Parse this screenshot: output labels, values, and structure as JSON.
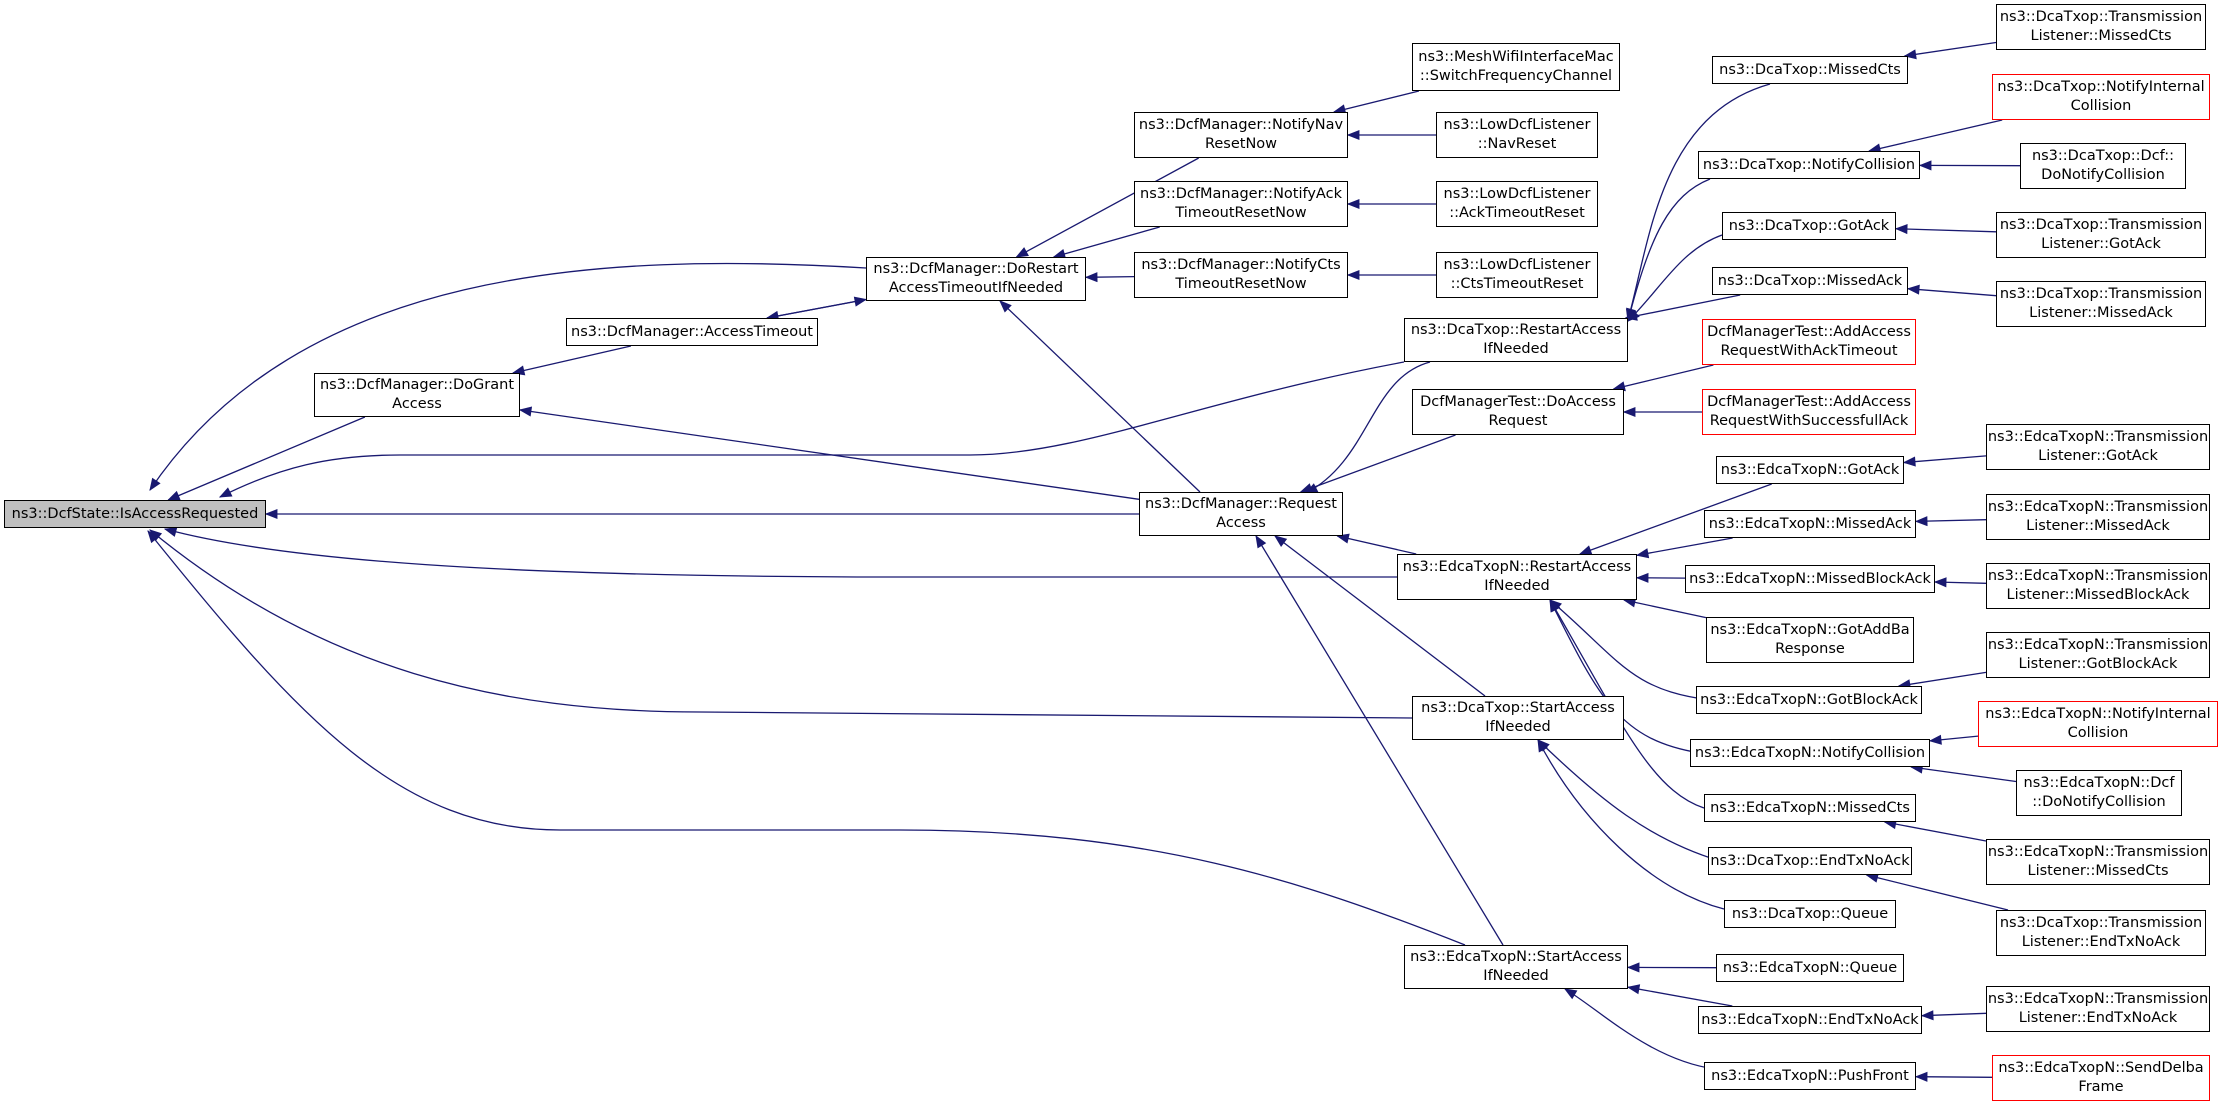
{
  "style": {
    "edge_color": "#191970",
    "node_border": "#000000",
    "truncated_border": "#ff0000",
    "root_fill": "#bfbfbf"
  },
  "nodes": [
    {
      "id": "root",
      "label": [
        "ns3::DcfState::IsAccessRequested"
      ],
      "style": "root"
    },
    {
      "id": "dogrant",
      "label": [
        "ns3::DcfManager::DoGrant",
        "Access"
      ]
    },
    {
      "id": "accesstimeout",
      "label": [
        "ns3::DcfManager::AccessTimeout"
      ]
    },
    {
      "id": "dorestart",
      "label": [
        "ns3::DcfManager::DoRestart",
        "AccessTimeoutIfNeeded"
      ]
    },
    {
      "id": "requestaccess",
      "label": [
        "ns3::DcfManager::Request",
        "Access"
      ]
    },
    {
      "id": "notifynav",
      "label": [
        "ns3::DcfManager::NotifyNav",
        "ResetNow"
      ]
    },
    {
      "id": "notifyack",
      "label": [
        "ns3::DcfManager::NotifyAck",
        "TimeoutResetNow"
      ]
    },
    {
      "id": "notifycts",
      "label": [
        "ns3::DcfManager::NotifyCts",
        "TimeoutResetNow"
      ]
    },
    {
      "id": "meshswitch",
      "label": [
        "ns3::MeshWifiInterfaceMac",
        "::SwitchFrequencyChannel"
      ]
    },
    {
      "id": "lownavreset",
      "label": [
        "ns3::LowDcfListener",
        "::NavReset"
      ]
    },
    {
      "id": "lowackreset",
      "label": [
        "ns3::LowDcfListener",
        "::AckTimeoutReset"
      ]
    },
    {
      "id": "lowctsreset",
      "label": [
        "ns3::LowDcfListener",
        "::CtsTimeoutReset"
      ]
    },
    {
      "id": "dcarestart",
      "label": [
        "ns3::DcaTxop::RestartAccess",
        "IfNeeded"
      ]
    },
    {
      "id": "testdoaccess",
      "label": [
        "DcfManagerTest::DoAccess",
        "Request"
      ]
    },
    {
      "id": "edcarestart",
      "label": [
        "ns3::EdcaTxopN::RestartAccess",
        "IfNeeded"
      ]
    },
    {
      "id": "dcastart",
      "label": [
        "ns3::DcaTxop::StartAccess",
        "IfNeeded"
      ]
    },
    {
      "id": "edcastart",
      "label": [
        "ns3::EdcaTxopN::StartAccess",
        "IfNeeded"
      ]
    },
    {
      "id": "dcamissedcts",
      "label": [
        "ns3::DcaTxop::MissedCts"
      ]
    },
    {
      "id": "dcanotifycoll",
      "label": [
        "ns3::DcaTxop::NotifyCollision"
      ]
    },
    {
      "id": "dcagotack",
      "label": [
        "ns3::DcaTxop::GotAck"
      ]
    },
    {
      "id": "dcamissedack",
      "label": [
        "ns3::DcaTxop::MissedAck"
      ]
    },
    {
      "id": "testaddack",
      "label": [
        "DcfManagerTest::AddAccess",
        "RequestWithAckTimeout"
      ],
      "style": "truncated"
    },
    {
      "id": "testaddfull",
      "label": [
        "DcfManagerTest::AddAccess",
        "RequestWithSuccessfullAck"
      ],
      "style": "truncated"
    },
    {
      "id": "edcagotack",
      "label": [
        "ns3::EdcaTxopN::GotAck"
      ]
    },
    {
      "id": "edcamissedack",
      "label": [
        "ns3::EdcaTxopN::MissedAck"
      ]
    },
    {
      "id": "edcamissedblock",
      "label": [
        "ns3::EdcaTxopN::MissedBlockAck"
      ]
    },
    {
      "id": "edcagotaddba",
      "label": [
        "ns3::EdcaTxopN::GotAddBa",
        "Response"
      ]
    },
    {
      "id": "edcagotblock",
      "label": [
        "ns3::EdcaTxopN::GotBlockAck"
      ]
    },
    {
      "id": "edcanotifycoll",
      "label": [
        "ns3::EdcaTxopN::NotifyCollision"
      ]
    },
    {
      "id": "edcamissedcts",
      "label": [
        "ns3::EdcaTxopN::MissedCts"
      ]
    },
    {
      "id": "dcaendtx",
      "label": [
        "ns3::DcaTxop::EndTxNoAck"
      ]
    },
    {
      "id": "dcaqueue",
      "label": [
        "ns3::DcaTxop::Queue"
      ]
    },
    {
      "id": "edcaqueue",
      "label": [
        "ns3::EdcaTxopN::Queue"
      ]
    },
    {
      "id": "edcaendtx",
      "label": [
        "ns3::EdcaTxopN::EndTxNoAck"
      ]
    },
    {
      "id": "edcapushfront",
      "label": [
        "ns3::EdcaTxopN::PushFront"
      ]
    },
    {
      "id": "tl_dca_missedcts",
      "label": [
        "ns3::DcaTxop::Transmission",
        "Listener::MissedCts"
      ]
    },
    {
      "id": "dca_notifyinternal",
      "label": [
        "ns3::DcaTxop::NotifyInternal",
        "Collision"
      ],
      "style": "truncated"
    },
    {
      "id": "dca_dcf_donotify",
      "label": [
        "ns3::DcaTxop::Dcf::",
        "DoNotifyCollision"
      ]
    },
    {
      "id": "tl_dca_gotack",
      "label": [
        "ns3::DcaTxop::Transmission",
        "Listener::GotAck"
      ]
    },
    {
      "id": "tl_dca_missedack",
      "label": [
        "ns3::DcaTxop::Transmission",
        "Listener::MissedAck"
      ]
    },
    {
      "id": "tl_edca_gotack",
      "label": [
        "ns3::EdcaTxopN::Transmission",
        "Listener::GotAck"
      ]
    },
    {
      "id": "tl_edca_missedack",
      "label": [
        "ns3::EdcaTxopN::Transmission",
        "Listener::MissedAck"
      ]
    },
    {
      "id": "tl_edca_missedblock",
      "label": [
        "ns3::EdcaTxopN::Transmission",
        "Listener::MissedBlockAck"
      ]
    },
    {
      "id": "tl_edca_gotblock",
      "label": [
        "ns3::EdcaTxopN::Transmission",
        "Listener::GotBlockAck"
      ]
    },
    {
      "id": "edca_notifyinternal",
      "label": [
        "ns3::EdcaTxopN::NotifyInternal",
        "Collision"
      ],
      "style": "truncated"
    },
    {
      "id": "edca_dcf_donotify",
      "label": [
        "ns3::EdcaTxopN::Dcf",
        "::DoNotifyCollision"
      ]
    },
    {
      "id": "tl_edca_missedcts",
      "label": [
        "ns3::EdcaTxopN::Transmission",
        "Listener::MissedCts"
      ]
    },
    {
      "id": "tl_dca_endtx",
      "label": [
        "ns3::DcaTxop::Transmission",
        "Listener::EndTxNoAck"
      ]
    },
    {
      "id": "tl_edca_endtx",
      "label": [
        "ns3::EdcaTxopN::Transmission",
        "Listener::EndTxNoAck"
      ]
    },
    {
      "id": "edca_senddelba",
      "label": [
        "ns3::EdcaTxopN::SendDelba",
        "Frame"
      ],
      "style": "truncated"
    }
  ],
  "edges": [
    [
      "dogrant",
      "root"
    ],
    [
      "dorestart",
      "root"
    ],
    [
      "requestaccess",
      "root"
    ],
    [
      "dcarestart",
      "root"
    ],
    [
      "edcarestart",
      "root"
    ],
    [
      "dcastart",
      "root"
    ],
    [
      "edcastart",
      "root"
    ],
    [
      "accesstimeout",
      "dogrant"
    ],
    [
      "requestaccess",
      "dogrant"
    ],
    [
      "dorestart",
      "accesstimeout"
    ],
    [
      "accesstimeout",
      "dorestart"
    ],
    [
      "notifynav",
      "dorestart"
    ],
    [
      "notifyack",
      "dorestart"
    ],
    [
      "notifycts",
      "dorestart"
    ],
    [
      "requestaccess",
      "dorestart"
    ],
    [
      "meshswitch",
      "notifynav"
    ],
    [
      "lownavreset",
      "notifynav"
    ],
    [
      "lowackreset",
      "notifyack"
    ],
    [
      "lowctsreset",
      "notifycts"
    ],
    [
      "dcarestart",
      "requestaccess"
    ],
    [
      "testdoaccess",
      "requestaccess"
    ],
    [
      "edcarestart",
      "requestaccess"
    ],
    [
      "dcastart",
      "requestaccess"
    ],
    [
      "edcastart",
      "requestaccess"
    ],
    [
      "dcamissedcts",
      "dcarestart"
    ],
    [
      "dcanotifycoll",
      "dcarestart"
    ],
    [
      "dcagotack",
      "dcarestart"
    ],
    [
      "dcamissedack",
      "dcarestart"
    ],
    [
      "testaddack",
      "testdoaccess"
    ],
    [
      "testaddfull",
      "testdoaccess"
    ],
    [
      "edcagotack",
      "edcarestart"
    ],
    [
      "edcamissedack",
      "edcarestart"
    ],
    [
      "edcamissedblock",
      "edcarestart"
    ],
    [
      "edcagotaddba",
      "edcarestart"
    ],
    [
      "edcagotblock",
      "edcarestart"
    ],
    [
      "edcanotifycoll",
      "edcarestart"
    ],
    [
      "edcamissedcts",
      "edcarestart"
    ],
    [
      "dcaendtx",
      "dcastart"
    ],
    [
      "dcaqueue",
      "dcastart"
    ],
    [
      "edcaqueue",
      "edcastart"
    ],
    [
      "edcaendtx",
      "edcastart"
    ],
    [
      "edcapushfront",
      "edcastart"
    ],
    [
      "tl_dca_missedcts",
      "dcamissedcts"
    ],
    [
      "dca_notifyinternal",
      "dcanotifycoll"
    ],
    [
      "dca_dcf_donotify",
      "dcanotifycoll"
    ],
    [
      "tl_dca_gotack",
      "dcagotack"
    ],
    [
      "tl_dca_missedack",
      "dcamissedack"
    ],
    [
      "tl_edca_gotack",
      "edcagotack"
    ],
    [
      "tl_edca_missedack",
      "edcamissedack"
    ],
    [
      "tl_edca_missedblock",
      "edcamissedblock"
    ],
    [
      "tl_edca_gotblock",
      "edcagotblock"
    ],
    [
      "edca_notifyinternal",
      "edcanotifycoll"
    ],
    [
      "edca_dcf_donotify",
      "edcanotifycoll"
    ],
    [
      "tl_edca_missedcts",
      "edcamissedcts"
    ],
    [
      "tl_dca_endtx",
      "dcaendtx"
    ],
    [
      "tl_edca_endtx",
      "edcaendtx"
    ],
    [
      "edca_senddelba",
      "edcapushfront"
    ]
  ]
}
